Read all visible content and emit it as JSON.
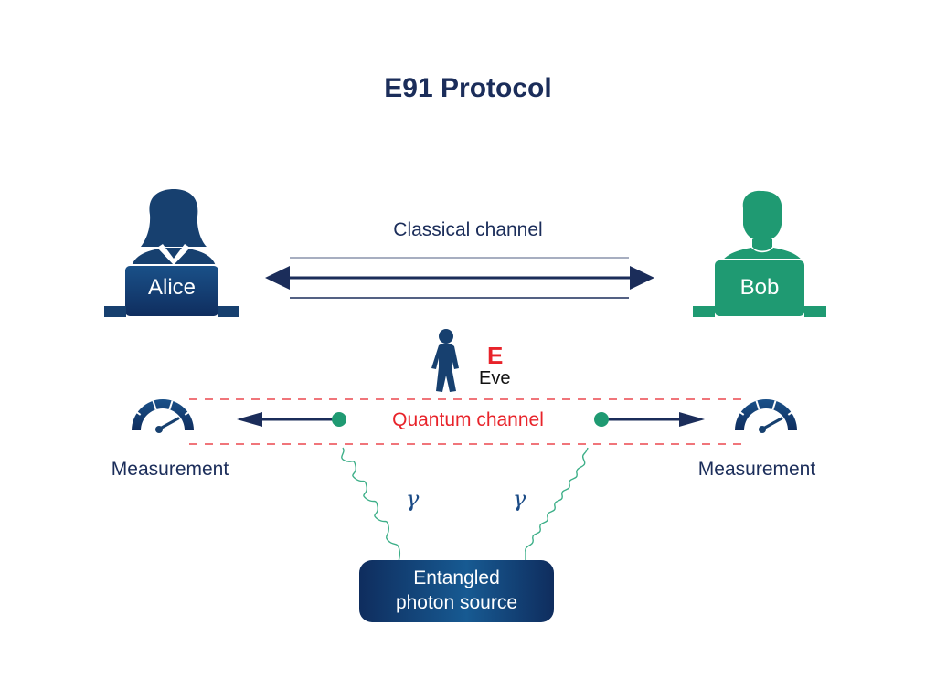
{
  "title": "E91 Protocol",
  "parties": {
    "alice": {
      "label": "Alice",
      "color": "#17406f"
    },
    "bob": {
      "label": "Bob",
      "color": "#1f9a72"
    }
  },
  "classical_channel": {
    "label": "Classical channel",
    "direction": "bidirectional"
  },
  "eavesdropper": {
    "letter": "E",
    "name": "Eve",
    "letter_color": "#e8232a"
  },
  "quantum_channel": {
    "label": "Quantum channel",
    "color": "#e8232a"
  },
  "measurement": {
    "left_label": "Measurement",
    "right_label": "Measurement"
  },
  "photons": {
    "symbol": "γ"
  },
  "source": {
    "line1": "Entangled",
    "line2": "photon source"
  }
}
